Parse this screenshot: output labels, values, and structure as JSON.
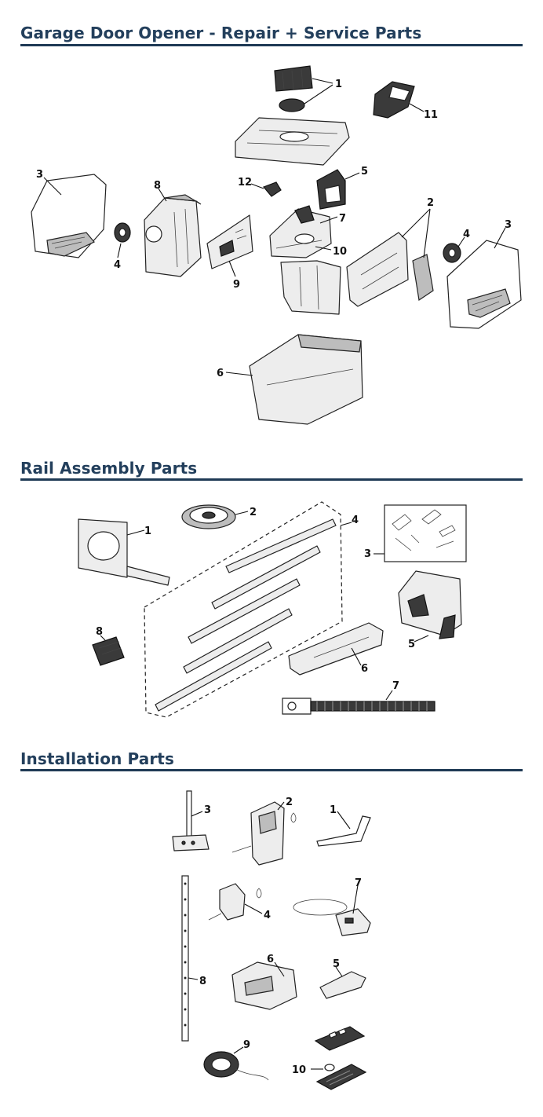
{
  "sections": [
    {
      "title": "Garage Door Opener - Repair + Service Parts",
      "callouts": [
        "1",
        "11",
        "3",
        "8",
        "12",
        "5",
        "2",
        "7",
        "10",
        "4",
        "4",
        "3",
        "9",
        "6"
      ]
    },
    {
      "title": "Rail Assembly Parts",
      "callouts": [
        "2",
        "4",
        "1",
        "3",
        "8",
        "5",
        "6",
        "7"
      ]
    },
    {
      "title": "Installation Parts",
      "callouts": [
        "3",
        "2",
        "1",
        "7",
        "4",
        "8",
        "6",
        "5",
        "9",
        "10"
      ]
    }
  ]
}
